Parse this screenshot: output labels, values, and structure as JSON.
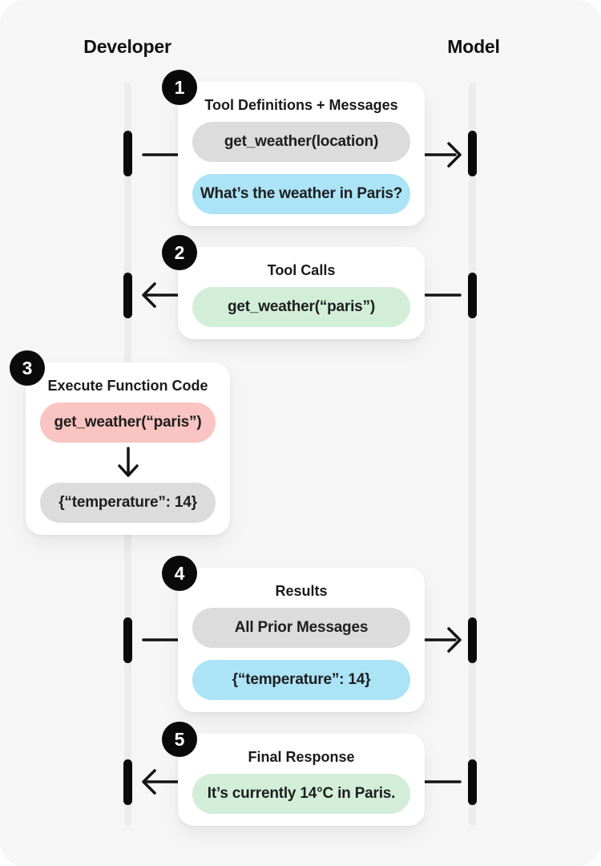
{
  "lanes": {
    "developer": "Developer",
    "model": "Model"
  },
  "colors": {
    "background": "#f6f6f6",
    "lifeline": "#ececec",
    "activation_bar": "#0a0a0a",
    "badge": "#0a0a0a",
    "arrow": "#141414",
    "gray": "#dcdcdc",
    "blue": "#abe3f7",
    "green": "#d3eed8",
    "pink": "#f9c4c1"
  },
  "steps": [
    {
      "number": "1",
      "title": "Tool Definitions + Messages",
      "direction": "developer_to_model",
      "pills": [
        {
          "text": "get_weather(location)",
          "color": "gray"
        },
        {
          "text": "What’s the weather in Paris?",
          "color": "blue"
        }
      ]
    },
    {
      "number": "2",
      "title": "Tool Calls",
      "direction": "model_to_developer",
      "pills": [
        {
          "text": "get_weather(“paris”)",
          "color": "green"
        }
      ]
    },
    {
      "number": "3",
      "title": "Execute Function Code",
      "direction": "local",
      "pills": [
        {
          "text": "get_weather(“paris”)",
          "color": "pink"
        },
        {
          "text": "{“temperature”: 14}",
          "color": "gray"
        }
      ]
    },
    {
      "number": "4",
      "title": "Results",
      "direction": "developer_to_model",
      "pills": [
        {
          "text": "All Prior Messages",
          "color": "gray"
        },
        {
          "text": "{“temperature”: 14}",
          "color": "blue"
        }
      ]
    },
    {
      "number": "5",
      "title": "Final Response",
      "direction": "model_to_developer",
      "pills": [
        {
          "text": "It’s currently 14°C in Paris.",
          "color": "green"
        }
      ]
    }
  ]
}
